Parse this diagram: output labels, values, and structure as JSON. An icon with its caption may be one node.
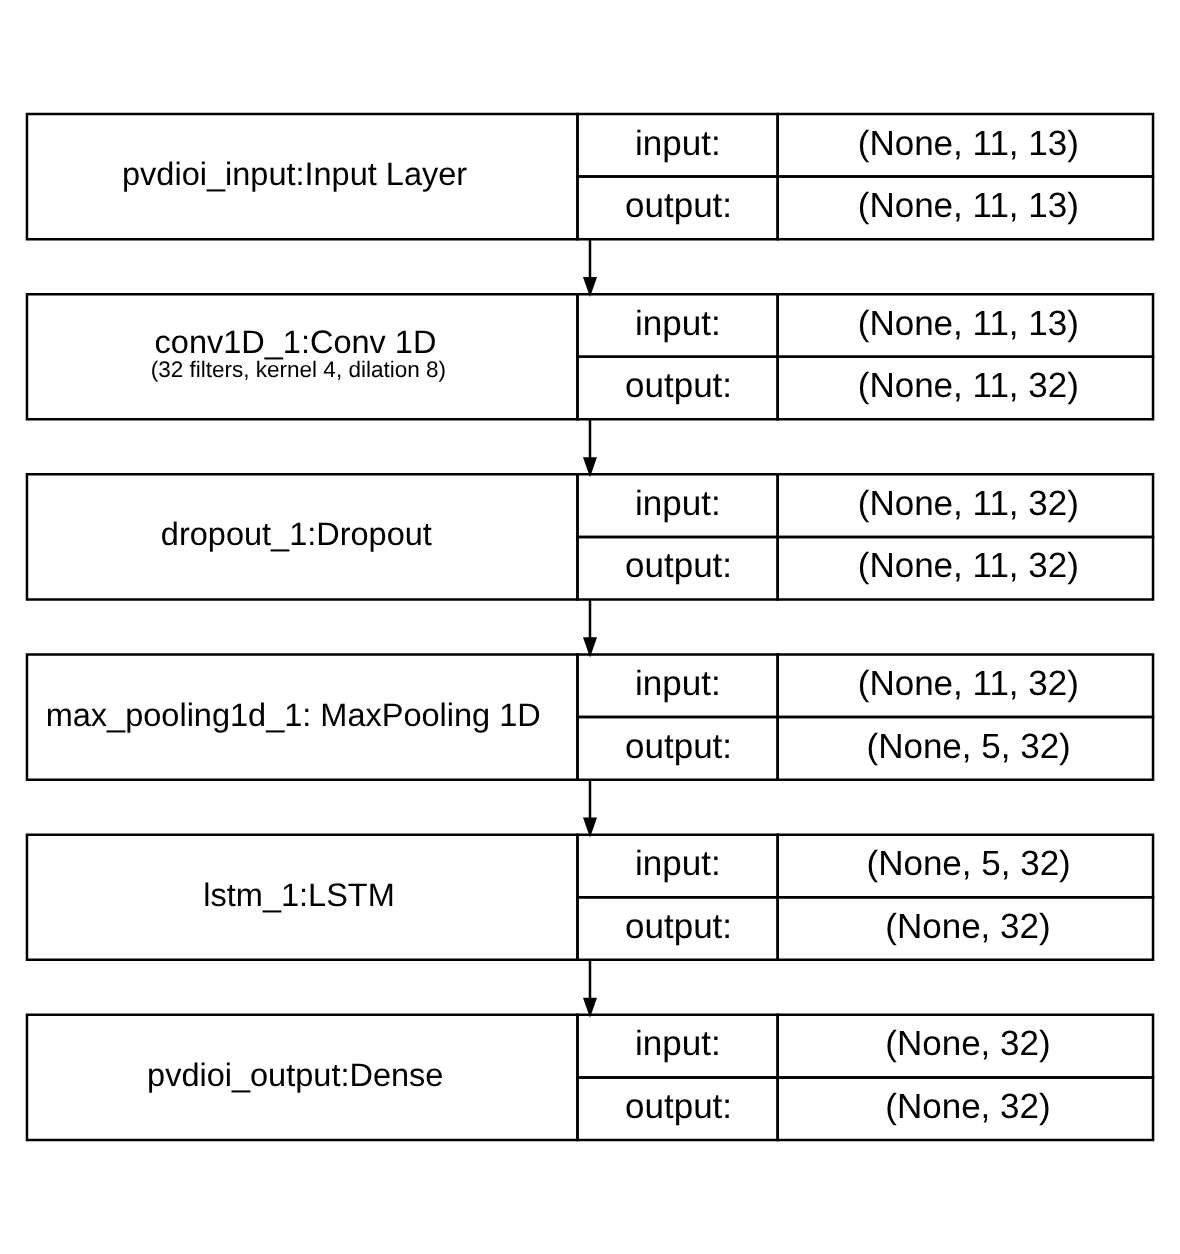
{
  "diagram": {
    "nodes": [
      {
        "text": [
          "pvdioi_input:Input Layer",
          "input:",
          "(None, 11, 13)",
          "output:",
          "(None, 11, 13)"
        ]
      },
      {
        "text": [
          "conv1D_1:Conv 1D",
          "(32 filters, kernel 4, dilation 8)",
          "input:",
          "(None, 11, 13)",
          "output:",
          "(None, 11, 32)"
        ]
      },
      {
        "text": [
          "dropout_1:Dropout",
          "input:",
          "(None, 11, 32)",
          "output:",
          "(None, 11, 32)"
        ]
      },
      {
        "text": [
          "max_pooling1d_1: MaxPooling 1D",
          "input:",
          "(None, 11, 32)",
          "output:",
          "(None, 5, 32)"
        ]
      },
      {
        "text": [
          "lstm_1:LSTM",
          "input:",
          "(None, 5, 32)",
          "output:",
          "(None, 32)"
        ]
      },
      {
        "text": [
          "pvdioi_output:Dense",
          "input:",
          "(None, 32)",
          "output:",
          "(None, 32)"
        ]
      }
    ],
    "edges": [
      {
        "from": 0,
        "to": 1,
        "arrow": "to"
      },
      {
        "from": 1,
        "to": 2,
        "arrow": "to"
      },
      {
        "from": 2,
        "to": 3,
        "arrow": "to"
      },
      {
        "from": 3,
        "to": 4,
        "arrow": "to"
      },
      {
        "from": 4,
        "to": 5,
        "arrow": "to"
      }
    ]
  }
}
